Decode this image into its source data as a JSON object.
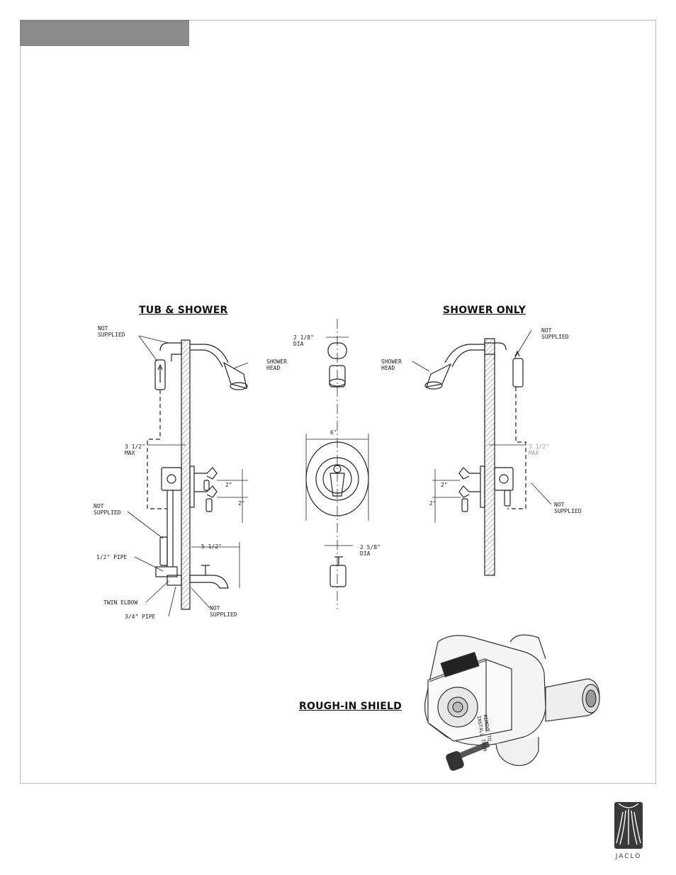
{
  "headings": {
    "tub_shower": "TUB & SHOWER",
    "shower_only": "SHOWER ONLY",
    "rough_in": "ROUGH-IN SHIELD"
  },
  "labels": {
    "not_supplied_1": "NOT\nSUPPLIED",
    "shower_head_1": "SHOWER\nHEAD",
    "max_3_5": "3 1/2\"\nMAX",
    "dim_2_a": "2\"",
    "dim_2_b": "2\"",
    "not_supplied_2": "NOT\nSUPPLIED",
    "pipe_half": "1/2\" PIPE",
    "dim_5_5": "5 1/2\"",
    "twin_elbow": "TWIN ELBOW",
    "pipe_three_quarter": "3/4\" PIPE",
    "not_supplied_3": "NOT\nSUPPLIED",
    "dia_2_1_8": "2 1/8\"\nDIA",
    "dim_6": "6\"",
    "dia_2_5_8": "2 5/8\"\nDIA",
    "shower_head_2": "SHOWER\nHEAD",
    "not_supplied_4": "NOT\nSUPPLIED",
    "max_3_5_b": "3 1/2\"\nMAX",
    "dim_2_c": "2\"",
    "dim_2_d": "2\"",
    "not_supplied_5": "NOT\nSUPPLIED",
    "remove_to_install": "REMOVE TO\nINSTALL TRIM"
  },
  "brand": {
    "name": "JACLO"
  }
}
